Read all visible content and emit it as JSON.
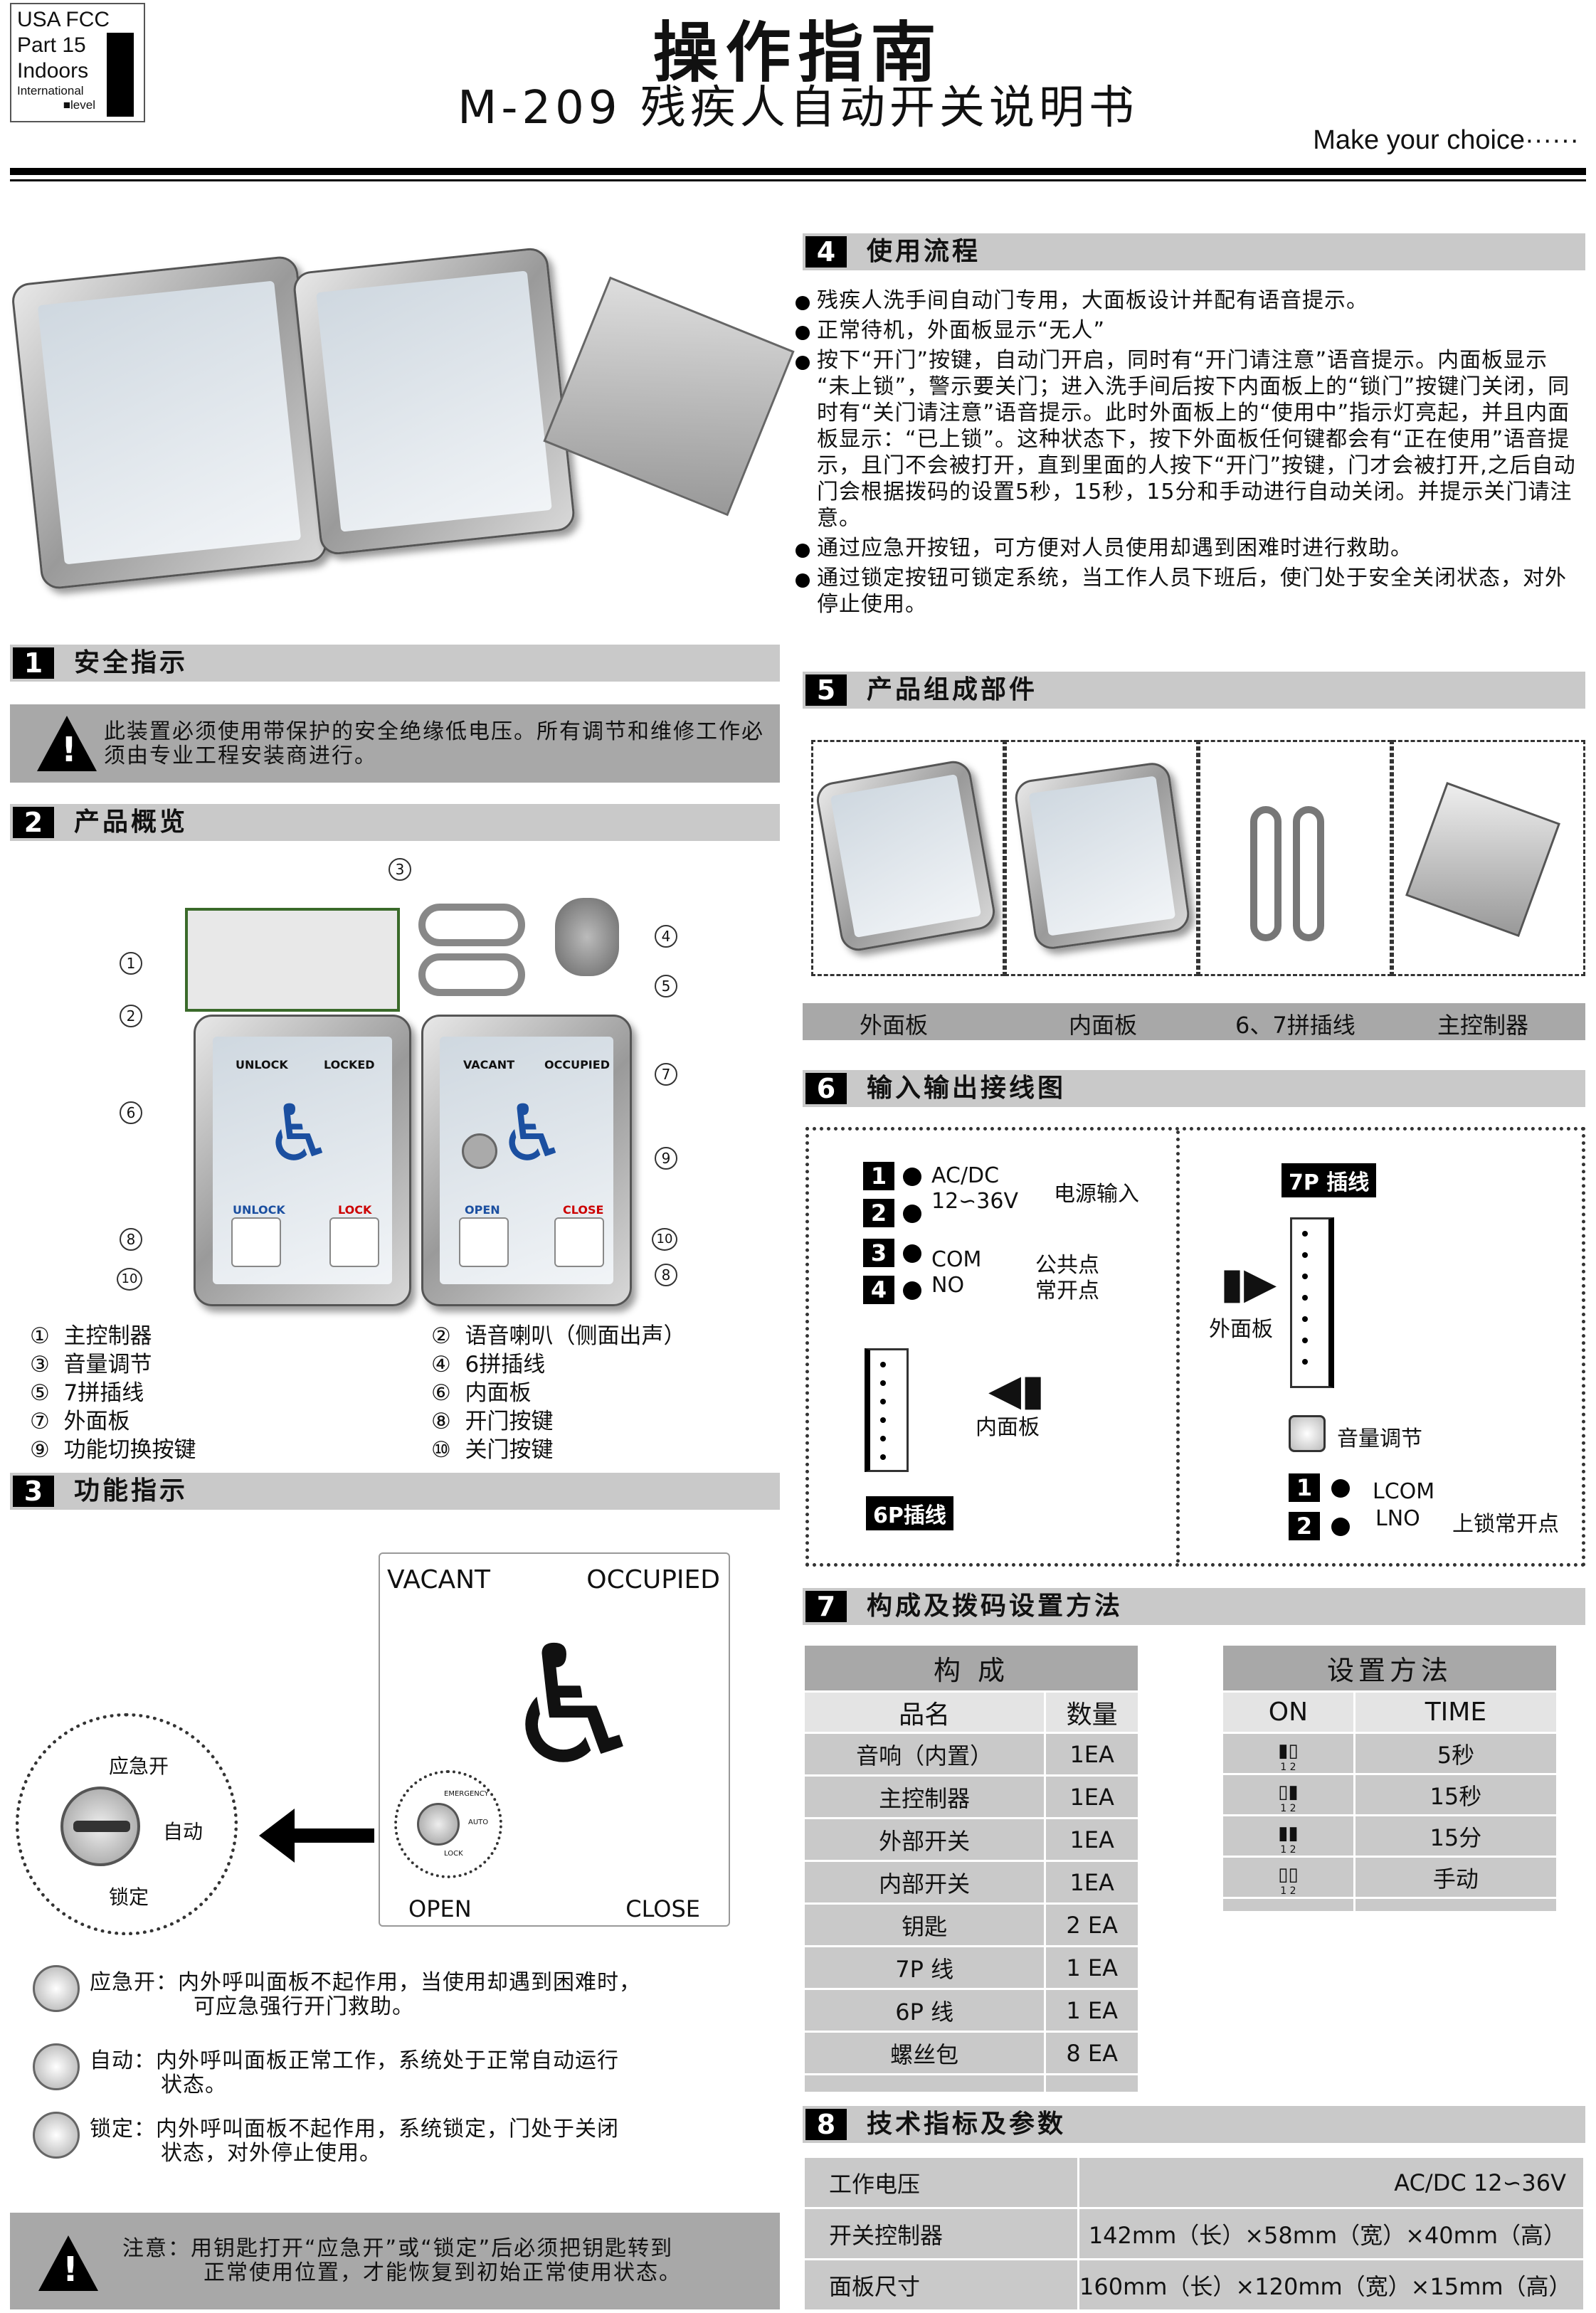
{
  "header": {
    "title": "操作指南",
    "subtitle": "M-209 残疾人自动开关说明书",
    "tagline": "Make  your choice······"
  },
  "fcc": {
    "line1": "USA FCC",
    "line2": "Part  15",
    "line3": "Indoors",
    "line4": "International",
    "line5": "■level"
  },
  "s1": {
    "num": "1",
    "title": "安全指示",
    "warning": "此装置必须使用带保护的安全绝缘低电压。所有调节和维修工作必须由专业工程安装商进行。"
  },
  "s2": {
    "num": "2",
    "title": "产品概览",
    "legend": [
      [
        "①",
        "主控制器"
      ],
      [
        "②",
        "语音喇叭（侧面出声）"
      ],
      [
        "③",
        "音量调节"
      ],
      [
        "④",
        "6拼插线"
      ],
      [
        "⑤",
        "7拼插线"
      ],
      [
        "⑥",
        "内面板"
      ],
      [
        "⑦",
        "外面板"
      ],
      [
        "⑧",
        "开门按键"
      ],
      [
        "⑨",
        "功能切换按键"
      ],
      [
        "⑩",
        "关门按键"
      ]
    ],
    "callouts": [
      "1",
      "2",
      "3",
      "4",
      "5",
      "6",
      "7",
      "8",
      "9",
      "10",
      "10",
      "8"
    ],
    "panel_in": {
      "tl": "UNLOCK",
      "tr": "LOCKED",
      "bl": "UNLOCK",
      "br": "LOCK"
    },
    "panel_out": {
      "tl": "VACANT",
      "tr": "OCCUPIED",
      "bl": "OPEN",
      "br": "CLOSE"
    }
  },
  "s3": {
    "num": "3",
    "title": "功能指示",
    "dial": {
      "top": "应急开",
      "mid": "自动",
      "bot": "锁定"
    },
    "panel": {
      "tl": "VACANT",
      "tr": "OCCUPIED",
      "bl": "OPEN",
      "br": "CLOSE",
      "k1": "EMERGENCY",
      "k2": "AUTO",
      "k3": "LOCK"
    },
    "modes": [
      {
        "label": "应急开：",
        "text": "内外呼叫面板不起作用，当使用却遇到困难时，",
        "text2": "可应急强行开门救助。"
      },
      {
        "label": "自动：",
        "text": "内外呼叫面板正常工作，系统处于正常自动运行",
        "text2": "状态。"
      },
      {
        "label": "锁定：",
        "text": "内外呼叫面板不起作用，系统锁定，门处于关闭",
        "text2": "状态，对外停止使用。"
      }
    ],
    "note": "注意：用钥匙打开“应急开”或“锁定”后必须把钥匙转到",
    "note2": "正常使用位置，才能恢复到初始正常使用状态。"
  },
  "s4": {
    "num": "4",
    "title": "使用流程",
    "items": [
      "残疾人洗手间自动门专用，大面板设计并配有语音提示。",
      "正常待机，外面板显示“无人”",
      "按下“开门”按键，自动门开启，同时有“开门请注意”语音提示。内面板显示  “未上锁”，警示要关门；进入洗手间后按下内面板上的“锁门”按键门关闭，同时有“关门请注意”语音提示。此时外面板上的“使用中”指示灯亮起，并且内面板显示：“已上锁”。这种状态下，按下外面板任何键都会有“正在使用”语音提示，且门不会被打开，直到里面的人按下“开门”按键，门才会被打开,之后自动门会根据拨码的设置5秒，15秒，15分和手动进行自动关闭。并提示关门请注意。",
      "通过应急开按钮，可方便对人员使用却遇到困难时进行救助。",
      "通过锁定按钮可锁定系统，当工作人员下班后，使门处于安全关闭状态，对外停止使用。"
    ]
  },
  "s5": {
    "num": "5",
    "title": "产品组成部件",
    "parts": [
      "外面板",
      "内面板",
      "6、7拼插线",
      "主控制器"
    ]
  },
  "s6": {
    "num": "6",
    "title": "输入输出接线图",
    "acdc": "AC/DC",
    "volt": "12∽36V",
    "power": "电源输入",
    "com": "COM",
    "no": "NO",
    "com_cn": "公共点",
    "no_cn": "常开点",
    "p7": "7P 插线",
    "outer": "外面板",
    "inner": "内面板",
    "p6": "6P插线",
    "vol": "音量调节",
    "lcom": "LCOM",
    "lno": "LNO",
    "lock": "上锁常开点",
    "t": [
      "1",
      "2",
      "3",
      "4",
      "1",
      "2"
    ]
  },
  "s7": {
    "num": "7",
    "title": "构成及拨码设置方法",
    "comp_head": "构   成",
    "col1": "品名",
    "col2": "数量",
    "rows": [
      [
        "音响（内置）",
        "1EA"
      ],
      [
        "主控制器",
        "1EA"
      ],
      [
        "外部开关",
        "1EA"
      ],
      [
        "内部开关",
        "1EA"
      ],
      [
        "钥匙",
        "2 EA"
      ],
      [
        "7P  线",
        "1 EA"
      ],
      [
        "6P  线",
        "1 EA"
      ],
      [
        "螺丝包",
        "8 EA"
      ]
    ],
    "set_head": "设置方法",
    "on": "ON",
    "time": "TIME",
    "times": [
      "5秒",
      "15秒",
      "15分",
      "手动"
    ],
    "sw": "1 2"
  },
  "s8": {
    "num": "8",
    "title": "技术指标及参数",
    "rows": [
      [
        "工作电压",
        "AC/DC  12∽36V"
      ],
      [
        "开关控制器",
        "142mm（长）×58mm（宽）×40mm（高）"
      ],
      [
        "面板尺寸",
        "160mm（长）×120mm（宽）×15mm（高）"
      ]
    ]
  }
}
